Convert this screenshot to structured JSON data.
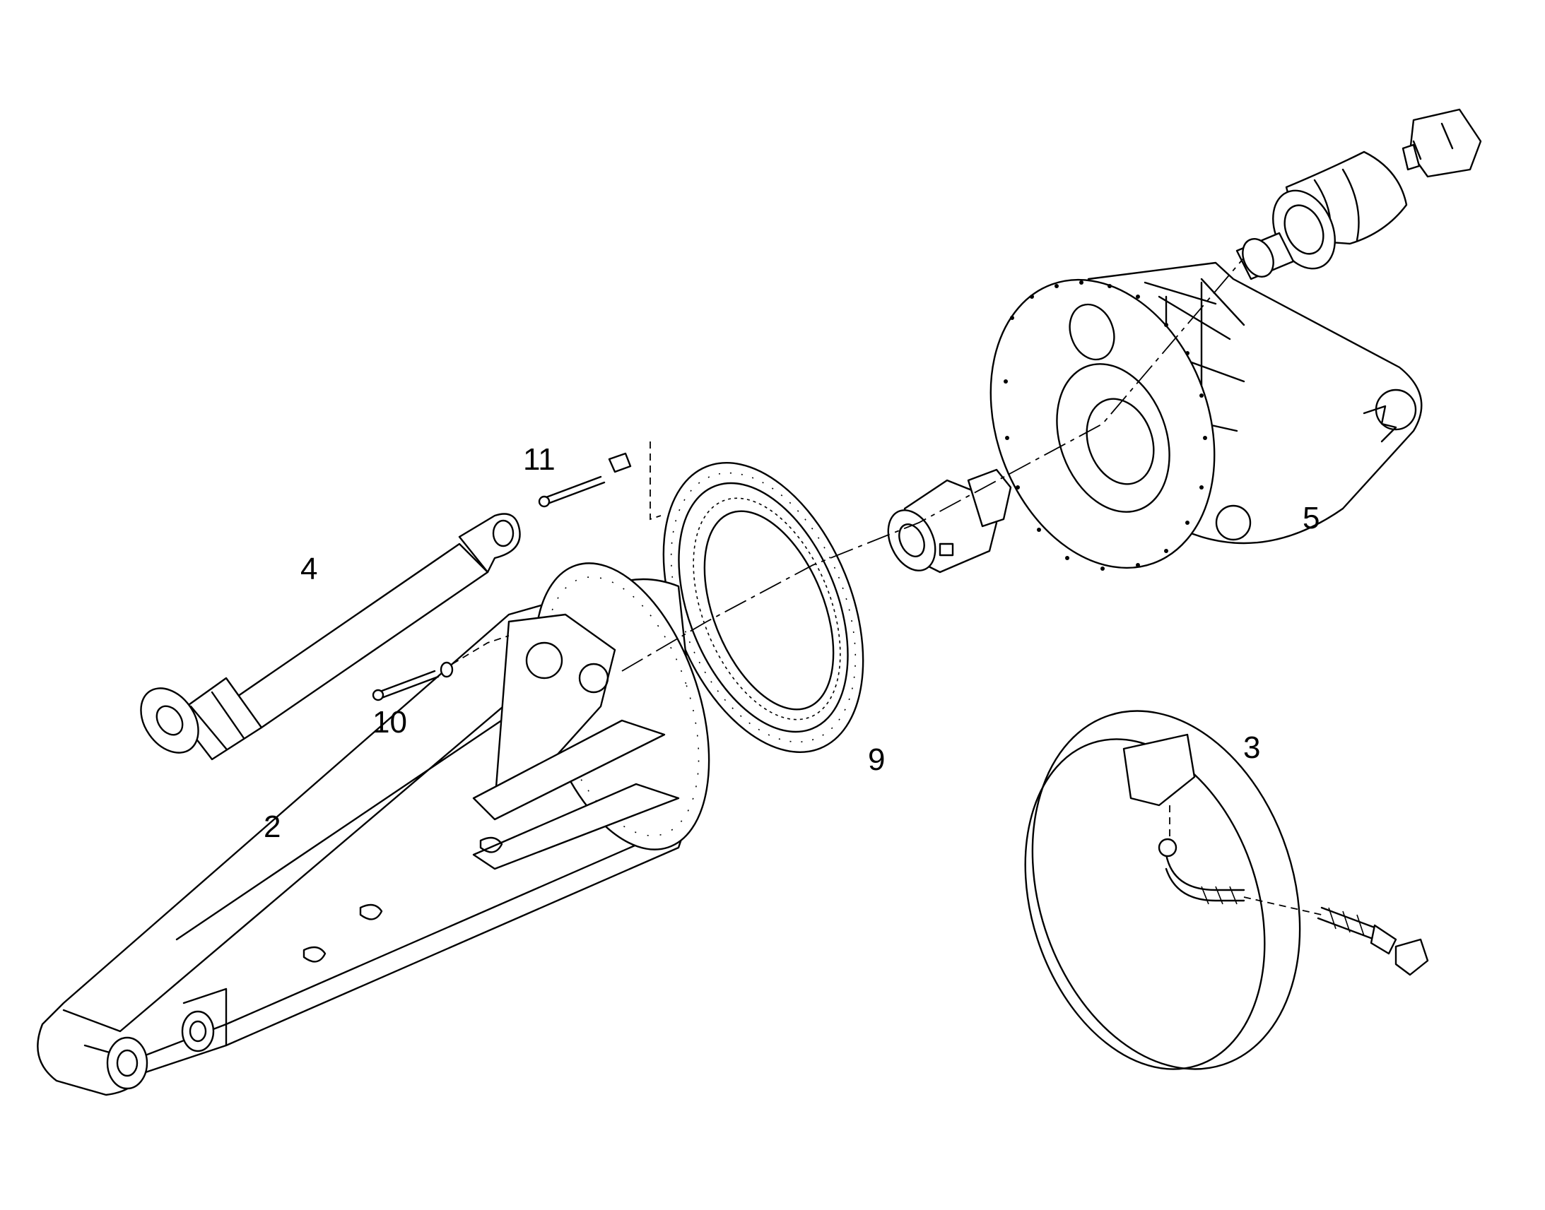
{
  "diagram": {
    "labels": {
      "p2": "2",
      "p3": "3",
      "p4": "4",
      "p5": "5",
      "p9": "9",
      "p10": "10",
      "p11": "11"
    }
  }
}
